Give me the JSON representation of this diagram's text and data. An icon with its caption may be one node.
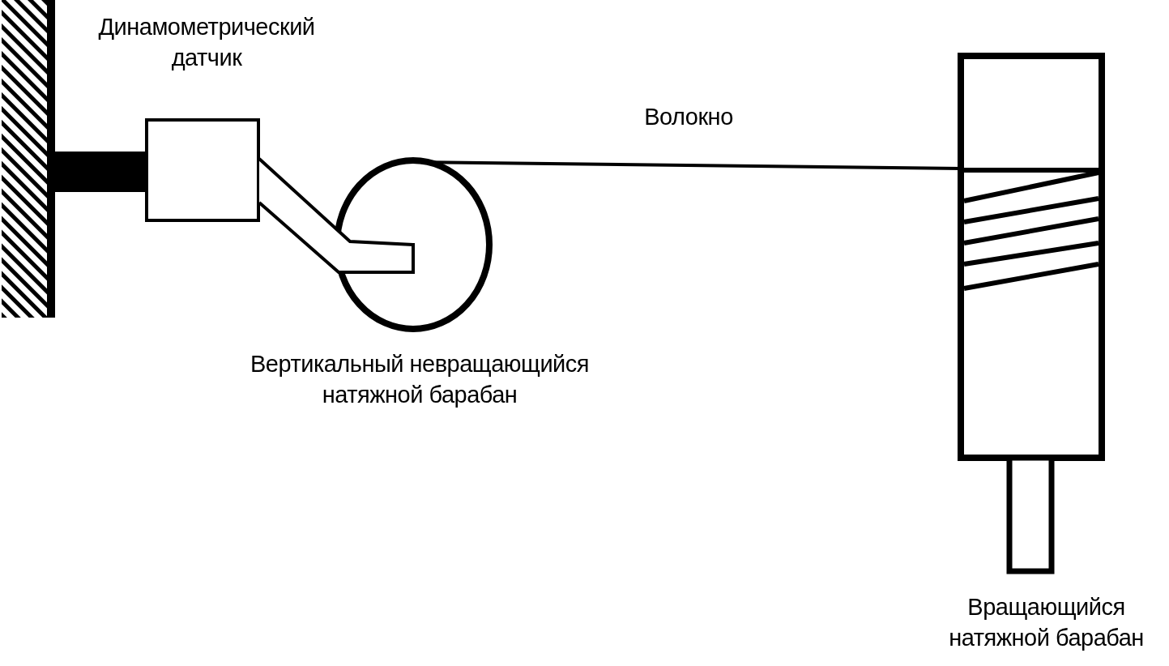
{
  "diagram": {
    "labels": [
      "Динамометрический датчик",
      "Волокно",
      "Вертикальный невращающийся натяжной барабан",
      "Вращающийся натяжной барабан"
    ]
  }
}
